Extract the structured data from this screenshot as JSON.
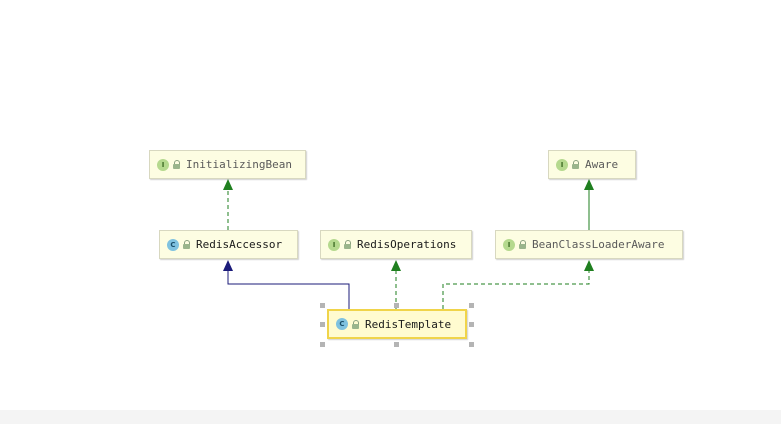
{
  "diagram": {
    "nodes": {
      "initializing_bean": {
        "kind": "I",
        "label": "InitializingBean"
      },
      "aware": {
        "kind": "I",
        "label": "Aware"
      },
      "redis_accessor": {
        "kind": "C",
        "label": "RedisAccessor"
      },
      "redis_operations": {
        "kind": "I",
        "label": "RedisOperations"
      },
      "bean_class_loader_aware": {
        "kind": "I",
        "label": "BeanClassLoaderAware"
      },
      "redis_template": {
        "kind": "C",
        "label": "RedisTemplate"
      }
    },
    "colors": {
      "extends_edge": "#1b1b7a",
      "implements_edge": "#1f7f1f",
      "node_fill": "#fdfde2",
      "selected_border": "#f0d44a"
    }
  }
}
